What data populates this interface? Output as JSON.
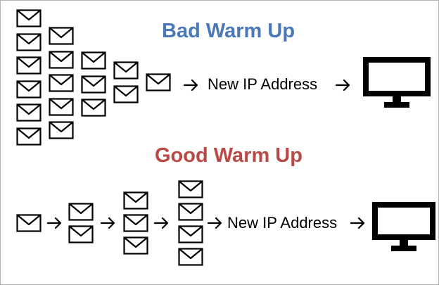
{
  "bad": {
    "title": "Bad Warm Up",
    "title_color": "#4a78b8",
    "address_label": "New IP Address",
    "volume_per_step": [
      6,
      5,
      3,
      2,
      1
    ]
  },
  "good": {
    "title": "Good Warm Up",
    "title_color": "#b84a46",
    "address_label": "New IP Address",
    "volume_per_step": [
      1,
      2,
      3,
      4
    ]
  },
  "icons": {
    "envelope": "envelope-icon",
    "arrow": "right-arrow-icon",
    "computer": "computer-monitor-icon"
  }
}
